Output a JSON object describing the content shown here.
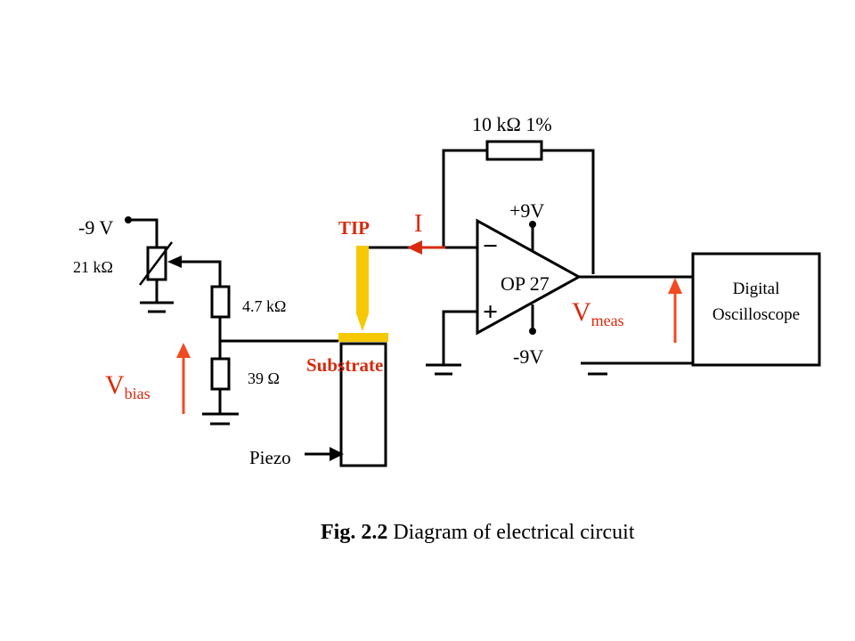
{
  "colors": {
    "wire": "#000000",
    "accent_red": "#d82a0e",
    "arrow_orange": "#f04a22",
    "tip_yellow": "#f6c800",
    "background": "#ffffff"
  },
  "labels": {
    "feedback_resistor": "10 kΩ 1%",
    "supply_plus": "+9V",
    "supply_minus": "-9V",
    "current": "I",
    "opamp_minus": "−",
    "opamp_plus": "+",
    "opamp": "OP 27",
    "oscilloscope_line1": "Digital",
    "oscilloscope_line2": "Oscilloscope",
    "vmeas_main": "V",
    "vmeas_sub": "meas",
    "tip": "TIP",
    "substrate": "Substrate",
    "piezo": "Piezo",
    "bias_supply": "-9 V",
    "pot_value": "21 kΩ",
    "r1_value": "4.7 kΩ",
    "r2_value": "39 Ω",
    "vbias_main": "V",
    "vbias_sub": "bias"
  },
  "caption": {
    "prefix": "Fig. 2.2",
    "text": " Diagram of electrical circuit"
  }
}
